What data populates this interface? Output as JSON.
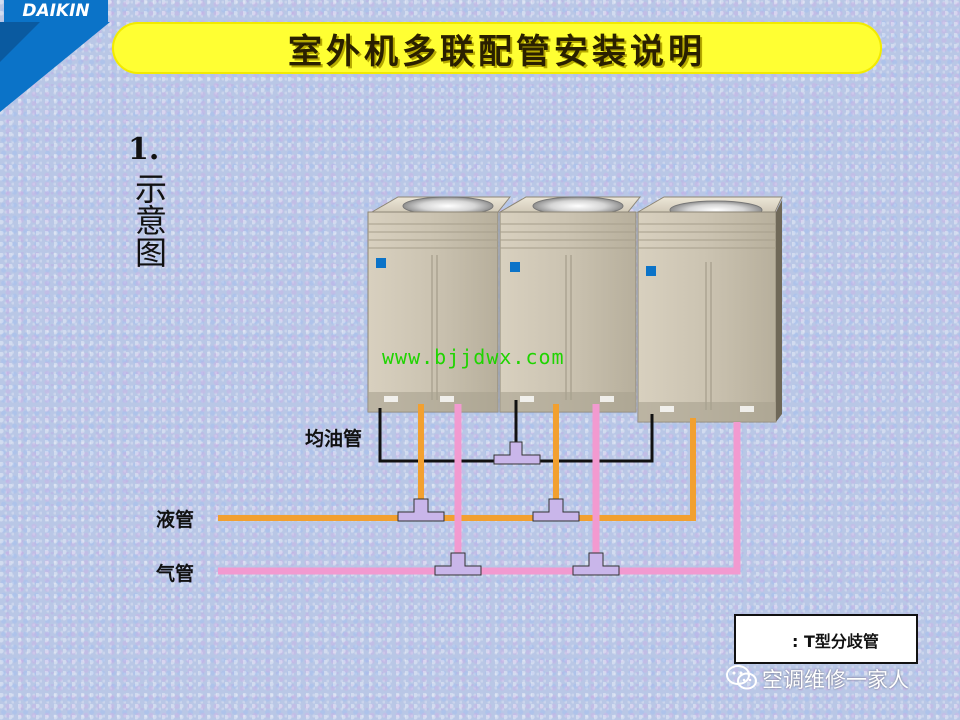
{
  "brand": {
    "logo_text": "DAIKIN",
    "accent_color": "#0b73c8"
  },
  "title": "室外机多联配管安装说明",
  "section": {
    "number": "1.",
    "label": "示意图"
  },
  "diagram": {
    "unit_count": 3,
    "watermark": "www.bjjdwx.com",
    "pipes": {
      "oil": {
        "label": "均油管",
        "color": "#111111"
      },
      "liquid": {
        "label": "液管",
        "color": "#f2a030"
      },
      "gas": {
        "label": "气管",
        "color": "#f29ad0"
      }
    },
    "joint_color": "#c9b6ea"
  },
  "legend": {
    "text": ": T型分歧管"
  },
  "footer": {
    "wechat_icon": "wechat-icon",
    "account": "空调维修一家人"
  }
}
